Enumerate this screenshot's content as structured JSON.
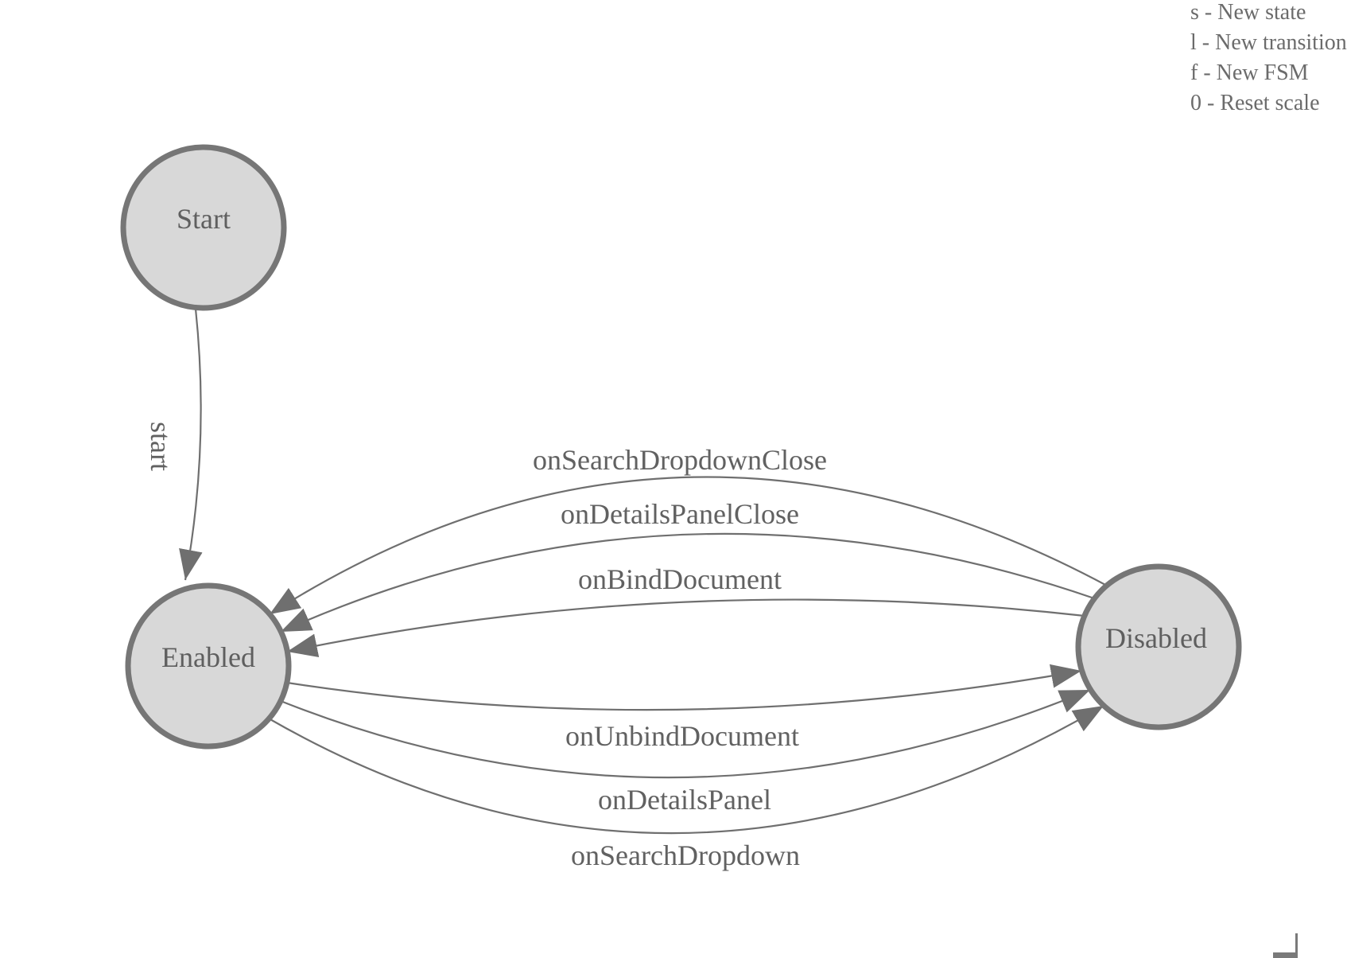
{
  "diagram": {
    "states": [
      {
        "id": "start",
        "label": "Start"
      },
      {
        "id": "enabled",
        "label": "Enabled"
      },
      {
        "id": "disabled",
        "label": "Disabled"
      }
    ],
    "transitions": [
      {
        "label": "start",
        "from": "Start",
        "to": "Enabled"
      },
      {
        "label": "onSearchDropdownClose",
        "from": "Disabled",
        "to": "Enabled"
      },
      {
        "label": "onDetailsPanelClose",
        "from": "Disabled",
        "to": "Enabled"
      },
      {
        "label": "onBindDocument",
        "from": "Disabled",
        "to": "Enabled"
      },
      {
        "label": "onUnbindDocument",
        "from": "Enabled",
        "to": "Disabled"
      },
      {
        "label": "onDetailsPanel",
        "from": "Enabled",
        "to": "Disabled"
      },
      {
        "label": "onSearchDropdown",
        "from": "Enabled",
        "to": "Disabled"
      }
    ],
    "colors": {
      "node_fill": "#d8d8d8",
      "node_stroke": "#767676",
      "edge_stroke": "#6f6f6f",
      "arrowhead": "#6f6f6f",
      "label_text": "#5f5f5f",
      "legend_text": "#6b6b6b",
      "background": "#ffffff"
    }
  },
  "legend": {
    "items": [
      {
        "key": "s",
        "text": "s - New state"
      },
      {
        "key": "l",
        "text": "l - New transition"
      },
      {
        "key": "f",
        "text": "f - New FSM"
      },
      {
        "key": "0",
        "text": "0 - Reset scale"
      }
    ]
  }
}
